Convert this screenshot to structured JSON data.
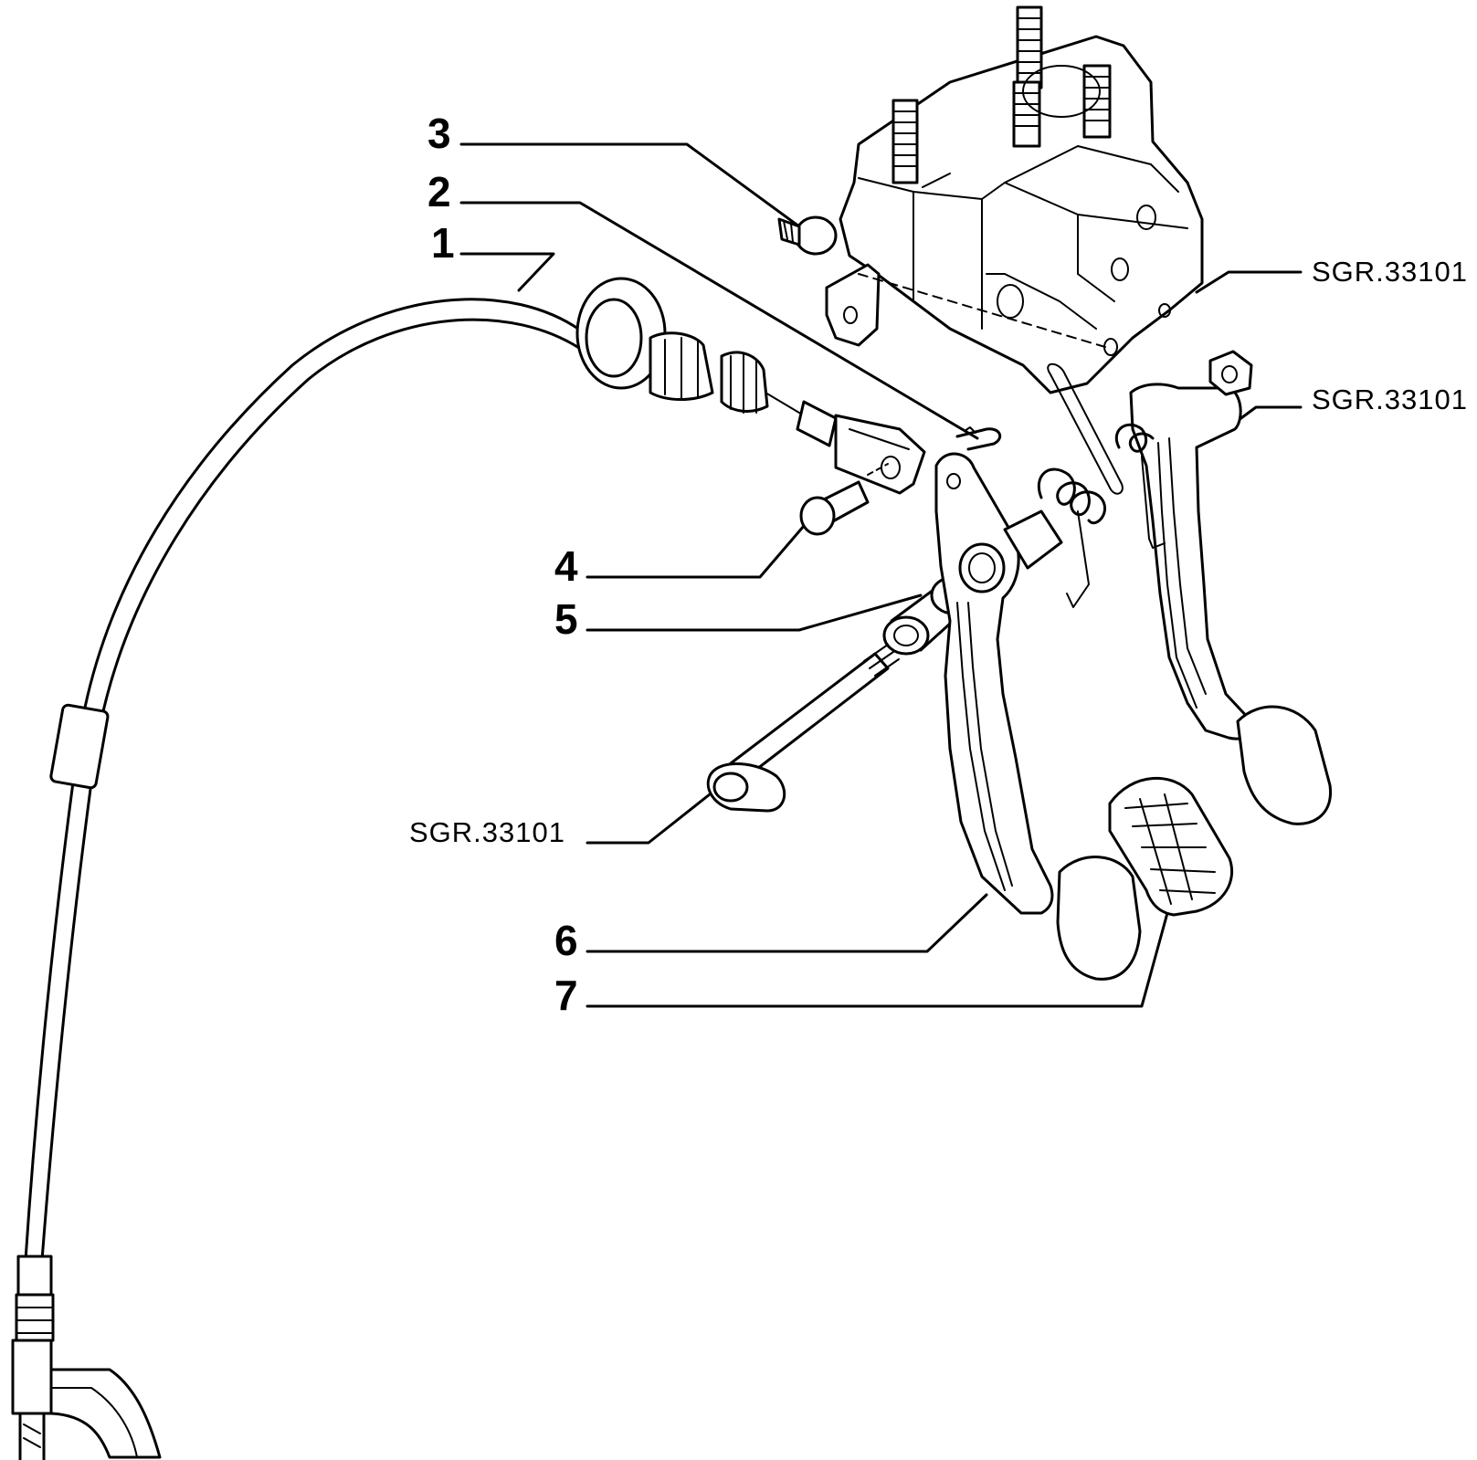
{
  "callouts": {
    "c1": "1",
    "c2": "2",
    "c3": "3",
    "c4": "4",
    "c5": "5",
    "c6": "6",
    "c7": "7"
  },
  "references": {
    "ref_top": "SGR.33101",
    "ref_right": "SGR.33101",
    "ref_left": "SGR.33101"
  }
}
